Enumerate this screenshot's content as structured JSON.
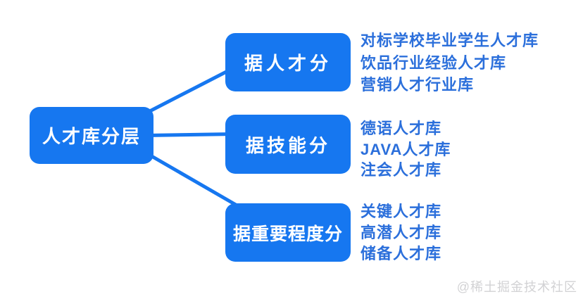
{
  "diagram": {
    "type": "mindmap-tree",
    "root": {
      "label": "人才库分层"
    },
    "branches": [
      {
        "label": "据人才分",
        "items": [
          "对标学校毕业学生人才库",
          "饮品行业经验人才库",
          "营销人才行业库"
        ]
      },
      {
        "label": "据技能分",
        "items": [
          "德语人才库",
          "JAVA人才库",
          "注会人才库"
        ]
      },
      {
        "label": "据重要程度分",
        "items": [
          "关键人才库",
          "高潜人才库",
          "储备人才库"
        ]
      }
    ]
  },
  "watermark": "@稀土掘金技术社区",
  "colors": {
    "node_fill": "#1677F0",
    "node_text": "#FFFFFF",
    "leaf_text": "#2B6FDB",
    "connector": "#1677F0",
    "watermark": "#D2D2D4",
    "background": "#FFFFFF"
  }
}
